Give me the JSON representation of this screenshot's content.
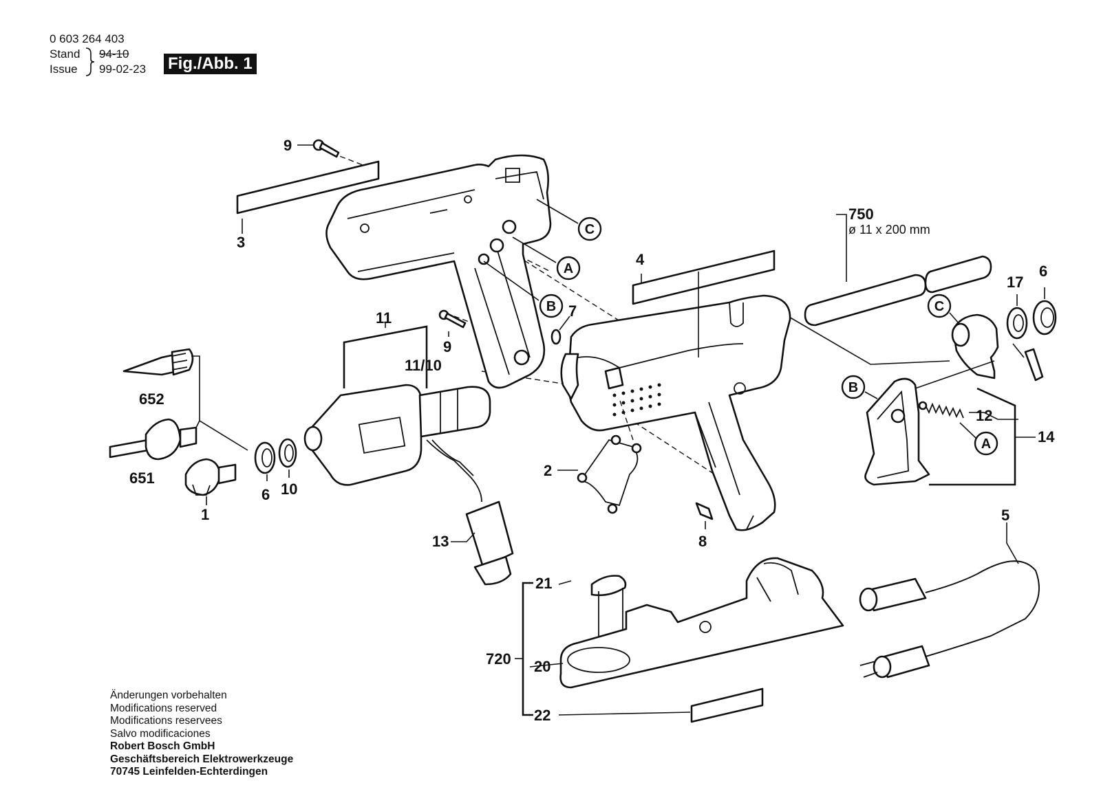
{
  "header": {
    "part_number": "0 603 264 403",
    "stand_label": "Stand",
    "stand_value": "94-10",
    "issue_label": "Issue",
    "issue_value": "99-02-23",
    "figure_label": "Fig./Abb. 1"
  },
  "callouts": {
    "c1": "1",
    "c2": "2",
    "c3": "3",
    "c4": "4",
    "c5": "5",
    "c6a": "6",
    "c6b": "6",
    "c7": "7",
    "c8": "8",
    "c9a": "9",
    "c9b": "9",
    "c10": "10",
    "c11": "11",
    "c11_10": "11/10",
    "c12": "12",
    "c13": "13",
    "c14": "14",
    "c17": "17",
    "c20": "20",
    "c21": "21",
    "c22": "22",
    "c651": "651",
    "c652": "652",
    "c720": "720",
    "c750": "750"
  },
  "ref_circles": {
    "c_top": "C",
    "a_top": "A",
    "b_top": "B",
    "c_right": "C",
    "b_right": "B",
    "a_right": "A"
  },
  "glue_stick_spec": "ø 11 x 200 mm",
  "footer": {
    "lines": [
      "Änderungen vorbehalten",
      "Modifications reserved",
      "Modifications reservees",
      "Salvo modificaciones"
    ],
    "company": "Robert Bosch GmbH",
    "division": "Geschäftsbereich Elektrowerkzeuge",
    "address": "70745 Leinfelden-Echterdingen"
  }
}
